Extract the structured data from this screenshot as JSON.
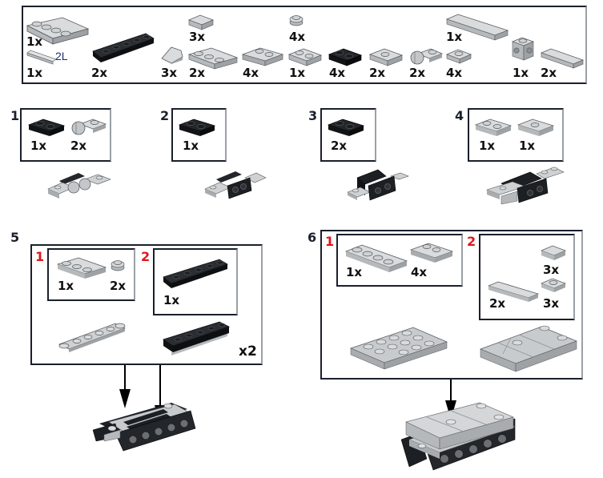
{
  "colors": {
    "border": "#1a1f2b",
    "sub_step_red": "#e0141c",
    "light_gray_part": "#c8cbcd",
    "black_part": "#1c1f24",
    "label_blue": "#1b2e6e"
  },
  "parts_list": {
    "items": [
      {
        "part": "plate-1x4-light-gray",
        "qty": "1x"
      },
      {
        "part": "technic-axle-2l",
        "qty": "1x",
        "note": "2L"
      },
      {
        "part": "technic-liftarm-thin-1x5-black",
        "qty": "2x"
      },
      {
        "part": "slope-1x1-light-gray",
        "qty": "3x"
      },
      {
        "part": "tile-1x1-light-gray",
        "qty": "3x"
      },
      {
        "part": "plate-1x3-light-gray",
        "qty": "2x"
      },
      {
        "part": "round-plate-1x1-light-gray",
        "qty": "4x"
      },
      {
        "part": "plate-1x2-rail-light-gray",
        "qty": "4x"
      },
      {
        "part": "plate-1x2-light-gray",
        "qty": "1x"
      },
      {
        "part": "plate-1x2-black",
        "qty": "4x"
      },
      {
        "part": "jumper-plate-1x2-light-gray",
        "qty": "2x"
      },
      {
        "part": "plate-1x2-ball-light-gray",
        "qty": "2x"
      },
      {
        "part": "plate-1x1-light-gray",
        "qty": "4x"
      },
      {
        "part": "tile-1x4-light-gray",
        "qty": "1x"
      },
      {
        "part": "brick-1x1-studs-sides-light-gray",
        "qty": "1x"
      },
      {
        "part": "tile-1x3-light-gray",
        "qty": "2x"
      }
    ]
  },
  "steps": [
    {
      "number": "1",
      "parts": [
        {
          "part": "plate-1x2-black",
          "qty": "1x"
        },
        {
          "part": "plate-1x2-ball-light-gray",
          "qty": "2x"
        }
      ]
    },
    {
      "number": "2",
      "parts": [
        {
          "part": "plate-1x2-black",
          "qty": "1x"
        }
      ]
    },
    {
      "number": "3",
      "parts": [
        {
          "part": "plate-1x2-black",
          "qty": "2x"
        }
      ]
    },
    {
      "number": "4",
      "parts": [
        {
          "part": "plate-1x2-light-gray",
          "qty": "1x"
        },
        {
          "part": "jumper-plate-1x2-light-gray",
          "qty": "1x"
        }
      ]
    },
    {
      "number": "5",
      "multiplier": "x2",
      "substeps": [
        {
          "number": "1",
          "parts": [
            {
              "part": "plate-1x3-light-gray",
              "qty": "1x"
            },
            {
              "part": "round-plate-1x1-light-gray",
              "qty": "2x"
            }
          ]
        },
        {
          "number": "2",
          "parts": [
            {
              "part": "technic-liftarm-thin-1x5-black",
              "qty": "1x"
            }
          ]
        }
      ]
    },
    {
      "number": "6",
      "substeps": [
        {
          "number": "1",
          "parts": [
            {
              "part": "plate-1x4-light-gray",
              "qty": "1x"
            },
            {
              "part": "plate-1x2-rail-light-gray",
              "qty": "4x"
            }
          ]
        },
        {
          "number": "2",
          "parts": [
            {
              "part": "tile-1x1-light-gray",
              "qty": "3x"
            },
            {
              "part": "tile-1x3-light-gray",
              "qty": "2x"
            },
            {
              "part": "plate-1x1-light-gray",
              "qty": "3x"
            }
          ]
        }
      ]
    }
  ]
}
